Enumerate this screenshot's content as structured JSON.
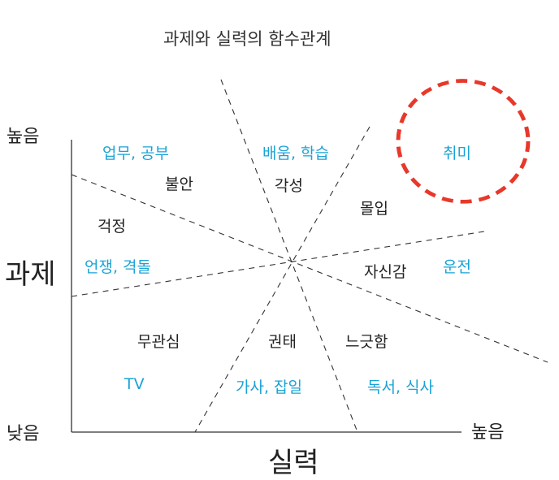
{
  "title": "과제와 실력의 함수관계",
  "y_axis": {
    "label": "과제",
    "high": "높음",
    "low": "낮음"
  },
  "x_axis": {
    "label": "실력",
    "high": "높음"
  },
  "states": {
    "anxiety": "불안",
    "worry": "걱정",
    "arousal": "각성",
    "flow": "몰입",
    "control": "자신감",
    "apathy": "무관심",
    "boredom": "권태",
    "relaxation": "느긋함"
  },
  "activities": {
    "work_study": "업무, 공부",
    "learning": "배움, 학습",
    "hobby": "취미",
    "argument": "언쟁, 격돌",
    "driving": "운전",
    "tv": "TV",
    "chores": "가사, 잡일",
    "reading_eating": "독서, 식사"
  },
  "colors": {
    "activity_text": "#1aa3d6",
    "highlight_circle": "#e8382a",
    "line": "#333333"
  }
}
